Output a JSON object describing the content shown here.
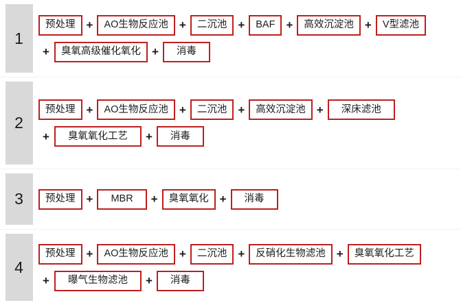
{
  "diagram": {
    "type": "process-train-table",
    "separator_color": "#f2f2f2",
    "index_chip_color": "#d9d9d9",
    "box_border_color": "#be1e1e",
    "plus_symbol": "+",
    "rows": [
      {
        "index": "1",
        "lines": [
          {
            "lead_plus": false,
            "steps": [
              {
                "label": "预处理",
                "wide": false
              },
              {
                "label": "AO生物反应池",
                "wide": false
              },
              {
                "label": "二沉池",
                "wide": false
              },
              {
                "label": "BAF",
                "wide": false
              },
              {
                "label": "高效沉淀池",
                "wide": false
              },
              {
                "label": "V型滤池",
                "wide": false
              }
            ]
          },
          {
            "lead_plus": true,
            "steps": [
              {
                "label": "臭氧高级催化氧化",
                "wide": false
              },
              {
                "label": "消毒",
                "wide": true
              }
            ]
          }
        ]
      },
      {
        "index": "2",
        "lines": [
          {
            "lead_plus": false,
            "steps": [
              {
                "label": "预处理",
                "wide": false
              },
              {
                "label": "AO生物反应池",
                "wide": false
              },
              {
                "label": "二沉池",
                "wide": false
              },
              {
                "label": "高效沉淀池",
                "wide": false
              },
              {
                "label": "深床滤池",
                "wide": true
              }
            ]
          },
          {
            "lead_plus": true,
            "steps": [
              {
                "label": "臭氧氧化工艺",
                "wide": true
              },
              {
                "label": "消毒",
                "wide": true
              }
            ]
          }
        ]
      },
      {
        "index": "3",
        "lines": [
          {
            "lead_plus": false,
            "steps": [
              {
                "label": "预处理",
                "wide": false
              },
              {
                "label": "MBR",
                "wide": true
              },
              {
                "label": "臭氧氧化",
                "wide": false
              },
              {
                "label": "消毒",
                "wide": true
              }
            ]
          }
        ]
      },
      {
        "index": "4",
        "lines": [
          {
            "lead_plus": false,
            "steps": [
              {
                "label": "预处理",
                "wide": false
              },
              {
                "label": "AO生物反应池",
                "wide": false
              },
              {
                "label": "二沉池",
                "wide": false
              },
              {
                "label": "反硝化生物滤池",
                "wide": false
              },
              {
                "label": "臭氧氧化工艺",
                "wide": false
              }
            ]
          },
          {
            "lead_plus": true,
            "steps": [
              {
                "label": "曝气生物滤池",
                "wide": true
              },
              {
                "label": "消毒",
                "wide": true
              }
            ]
          }
        ]
      }
    ]
  }
}
